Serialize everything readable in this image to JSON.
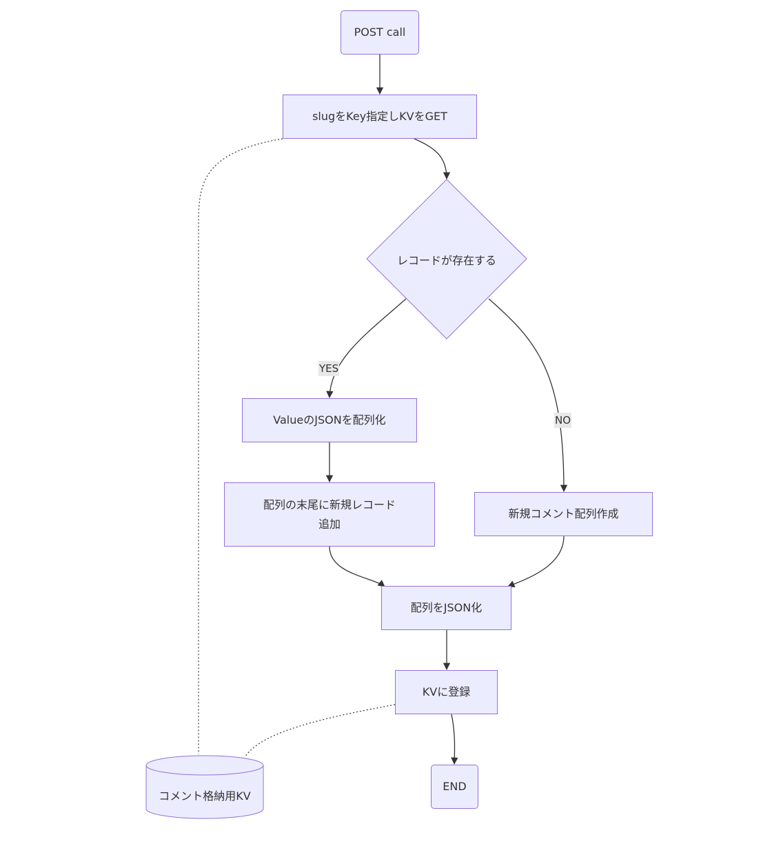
{
  "flowchart": {
    "nodes": {
      "post_call": "POST call",
      "get_kv": "slugをKey指定しKVをGET",
      "record_exists": "レコードが存在する",
      "value_to_array": "ValueのJSONを配列化",
      "append_record_line1": "配列の末尾に新規レコード",
      "append_record_line2": "追加",
      "new_comment_array": "新規コメント配列作成",
      "array_to_json": "配列をJSON化",
      "register_kv": "KVに登録",
      "end": "END",
      "comment_kv": "コメント格納用KV"
    },
    "edge_labels": {
      "yes": "YES",
      "no": "NO"
    }
  },
  "colors": {
    "node_fill": "#ececff",
    "node_stroke": "#9370db",
    "edge": "#333333",
    "edge_label_bg": "#e8e8e8"
  }
}
